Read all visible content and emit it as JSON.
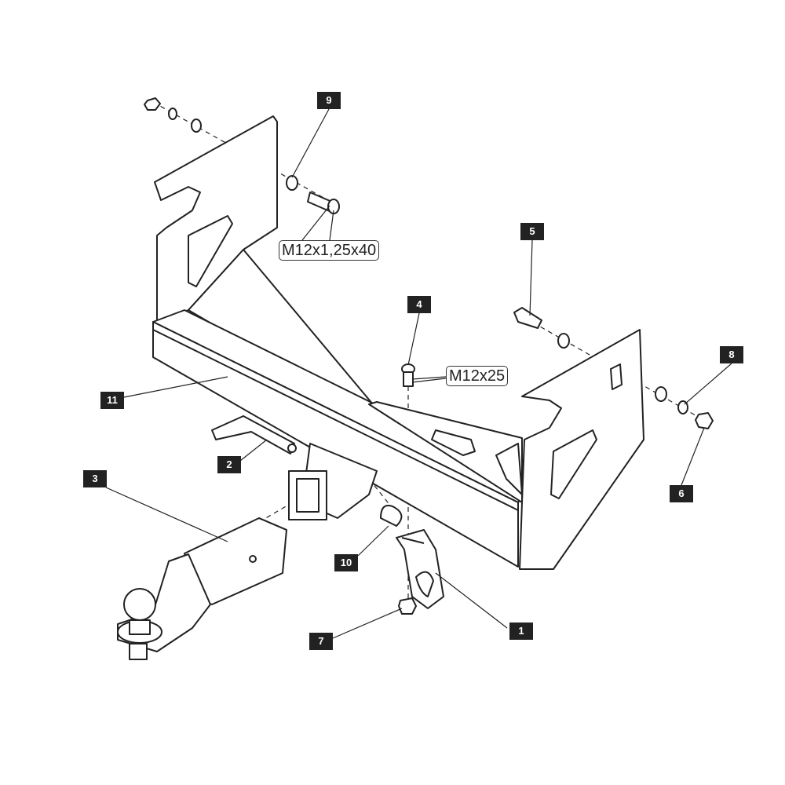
{
  "diagram": {
    "part_labels": [
      "1",
      "2",
      "3",
      "4",
      "5",
      "6",
      "7",
      "8",
      "9",
      "10",
      "11"
    ],
    "callouts": {
      "bolt_side": "M12x1,25x40",
      "bolt_bottom": "M12x25"
    }
  }
}
